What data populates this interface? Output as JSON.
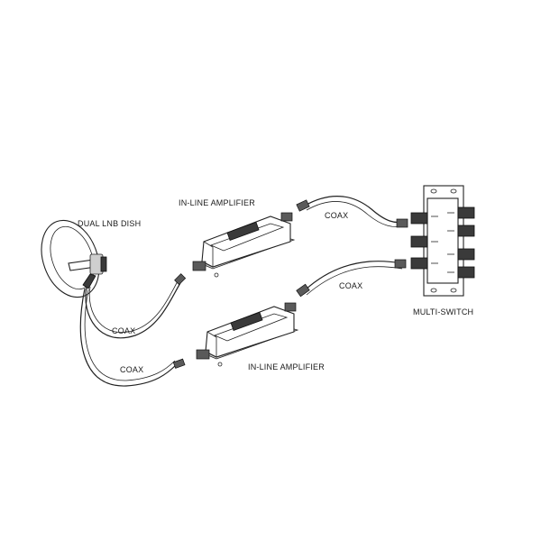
{
  "labels": {
    "dish": "DUAL LNB DISH",
    "amp_top": "IN-LINE AMPLIFIER",
    "amp_bottom": "IN-LINE AMPLIFIER",
    "coax_1": "COAX",
    "coax_2": "COAX",
    "coax_3": "COAX",
    "coax_4": "COAX",
    "multiswitch": "MULTI-SWITCH"
  }
}
